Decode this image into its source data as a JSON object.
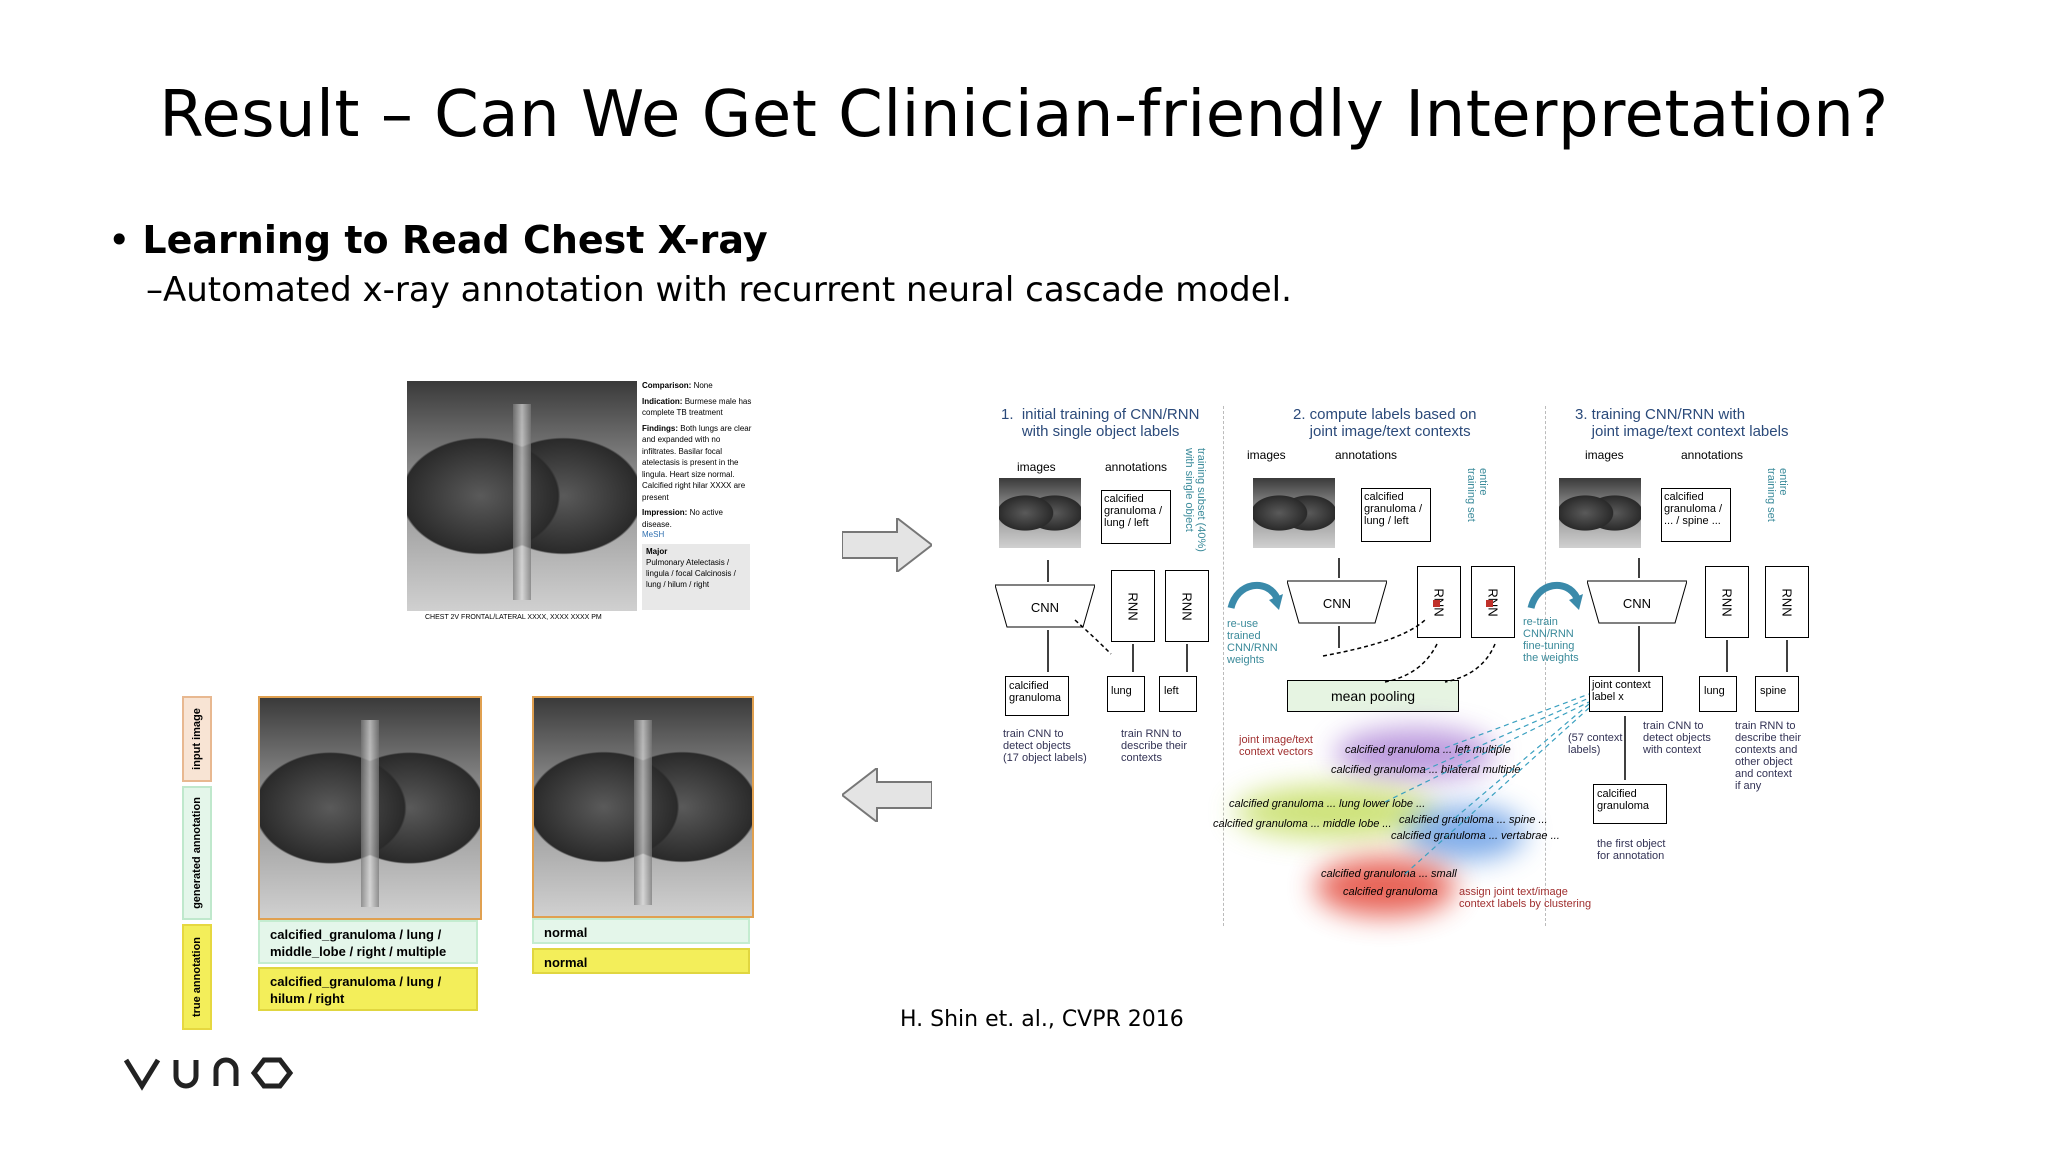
{
  "title": "Result – Can We Get Clinician-friendly Interpretation?",
  "bullet": "Learning to Read Chest X-ray",
  "sub_bullet": "–Automated x-ray annotation with recurrent neural cascade model.",
  "citation": "H. Shin et. al., CVPR 2016",
  "logo": "VUNO",
  "report": {
    "comparison_label": "Comparison:",
    "comparison": "None",
    "indication_label": "Indication:",
    "indication": "Burmese male has complete TB treatment",
    "findings_label": "Findings:",
    "findings": "Both lungs are clear and expanded with no infiltrates. Basilar focal atelectasis is present in the lingula. Heart size normal. Calcified right hilar XXXX are present",
    "impression_label": "Impression:",
    "impression": "No active disease.",
    "mesh": "MeSH",
    "major": "Major",
    "major_items": "Pulmonary Atelectasis / lingula / focal Calcinosis / lung / hilum / right",
    "caption": "CHEST 2V FRONTAL/LATERAL XXXX, XXXX XXXX PM"
  },
  "results": {
    "side_labels": [
      "input image",
      "generated annotation",
      "true annotation"
    ],
    "left_generated": "calcified_granuloma / lung / middle_lobe / right / multiple",
    "left_true": "calcified_granuloma / lung / hilum / right",
    "right_generated": "normal",
    "right_true": "normal",
    "colors": {
      "input": "#f2c9a8",
      "generated": "#d8f3df",
      "true": "#f3ee5a",
      "image_border": "#e0a050"
    }
  },
  "diagram": {
    "step1": "1.  initial training of CNN/RNN\n     with single object labels",
    "step2": "2. compute labels based on\n    joint image/text contexts",
    "step3": "3. training CNN/RNN with\n    joint image/text context labels",
    "images": "images",
    "annotations": "annotations",
    "training_subset": "training subset (40%)\nwith single object",
    "entire_training_set": "entire\ntraining set",
    "ann1": "calcified\ngranuloma /\nlung / left",
    "ann2": "calcified\ngranuloma /\nlung / left",
    "ann3": "calcified\ngranuloma /\n... / spine ...",
    "cnn": "CNN",
    "rnn": "RNN",
    "reuse": "re-use\ntrained\nCNN/RNN\nweights",
    "retrain": "re-train\nCNN/RNN\nfine-tuning\nthe weights",
    "out_calcified": "calcified\ngranuloma",
    "out_lung": "lung",
    "out_left": "left",
    "train_cnn1": "train CNN to\ndetect objects\n(17 object labels)",
    "train_rnn1": "train RNN to\ndescribe their\ncontexts",
    "mean_pooling": "mean pooling",
    "joint_vectors": "joint image/text\ncontext vectors",
    "joint_context": "joint context\nlabel x",
    "out_spine": "spine",
    "context_57": "(57 context\nlabels)",
    "train_cnn3": "train CNN to\ndetect objects\nwith context",
    "train_rnn3": "train RNN to\ndescribe their\ncontexts and\nother object\nand context\nif any",
    "first_object_box": "calcified\ngranuloma",
    "first_object": "the first object\nfor annotation",
    "clusters": [
      "calcified granuloma ... left multiple",
      "calcified granuloma ... bilateral multiple",
      "calcified granuloma ... lung lower lobe ...",
      "calcified granuloma ... middle lobe ...",
      "calcified granuloma ... spine ...",
      "calcified granuloma ... vertabrae ...",
      "calcified granuloma ... small",
      "calcified granuloma"
    ],
    "assign": "assign joint text/image\ncontext labels by clustering"
  }
}
